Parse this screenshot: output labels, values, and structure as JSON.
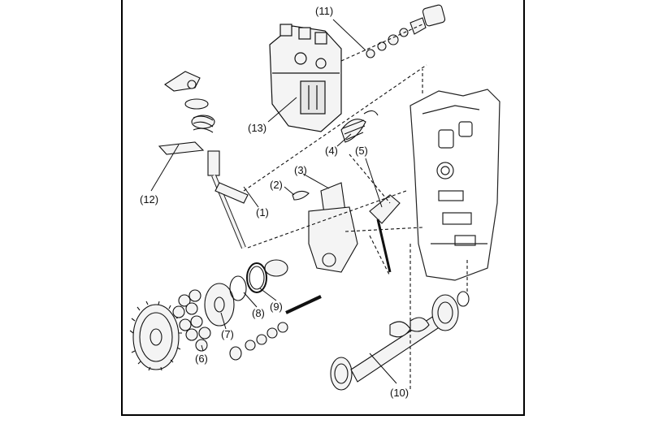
{
  "diagram": {
    "labels": [
      {
        "id": "1",
        "text": "(1)"
      },
      {
        "id": "2",
        "text": "(2)"
      },
      {
        "id": "3",
        "text": "(3)"
      },
      {
        "id": "4",
        "text": "(4)"
      },
      {
        "id": "5",
        "text": "(5)"
      },
      {
        "id": "6",
        "text": "(6)"
      },
      {
        "id": "7",
        "text": "(7)"
      },
      {
        "id": "8",
        "text": "(8)"
      },
      {
        "id": "9",
        "text": "(9)"
      },
      {
        "id": "10",
        "text": "(10)"
      },
      {
        "id": "11",
        "text": "(11)"
      },
      {
        "id": "12",
        "text": "(12)"
      },
      {
        "id": "13",
        "text": "(13)"
      }
    ]
  }
}
